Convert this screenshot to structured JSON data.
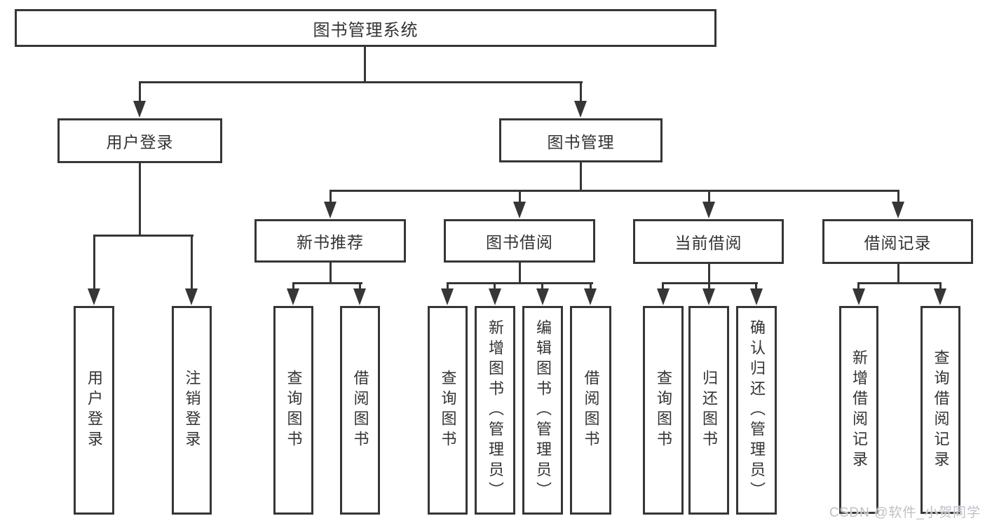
{
  "tree": {
    "root": {
      "label": "图书管理系统",
      "children": [
        {
          "label": "用户登录",
          "children": [
            {
              "label": "用户登录"
            },
            {
              "label": "注销登录"
            }
          ]
        },
        {
          "label": "图书管理",
          "children": [
            {
              "label": "新书推荐",
              "children": [
                {
                  "label": "查询图书"
                },
                {
                  "label": "借阅图书"
                }
              ]
            },
            {
              "label": "图书借阅",
              "children": [
                {
                  "label": "查询图书"
                },
                {
                  "label": "新增图书（管理员）"
                },
                {
                  "label": "编辑图书（管理员）"
                },
                {
                  "label": "借阅图书"
                }
              ]
            },
            {
              "label": "当前借阅",
              "children": [
                {
                  "label": "查询图书"
                },
                {
                  "label": "归还图书"
                },
                {
                  "label": "确认归还（管理员）"
                }
              ]
            },
            {
              "label": "借阅记录",
              "children": [
                {
                  "label": "新增借阅记录"
                },
                {
                  "label": "查询借阅记录"
                }
              ]
            }
          ]
        }
      ]
    }
  },
  "watermark": {
    "text": "CSDN @软件_小贺同学"
  },
  "colors": {
    "line": "#363636",
    "text": "#333333",
    "watermark": "#bdc1c7",
    "background": "#ffffff"
  }
}
